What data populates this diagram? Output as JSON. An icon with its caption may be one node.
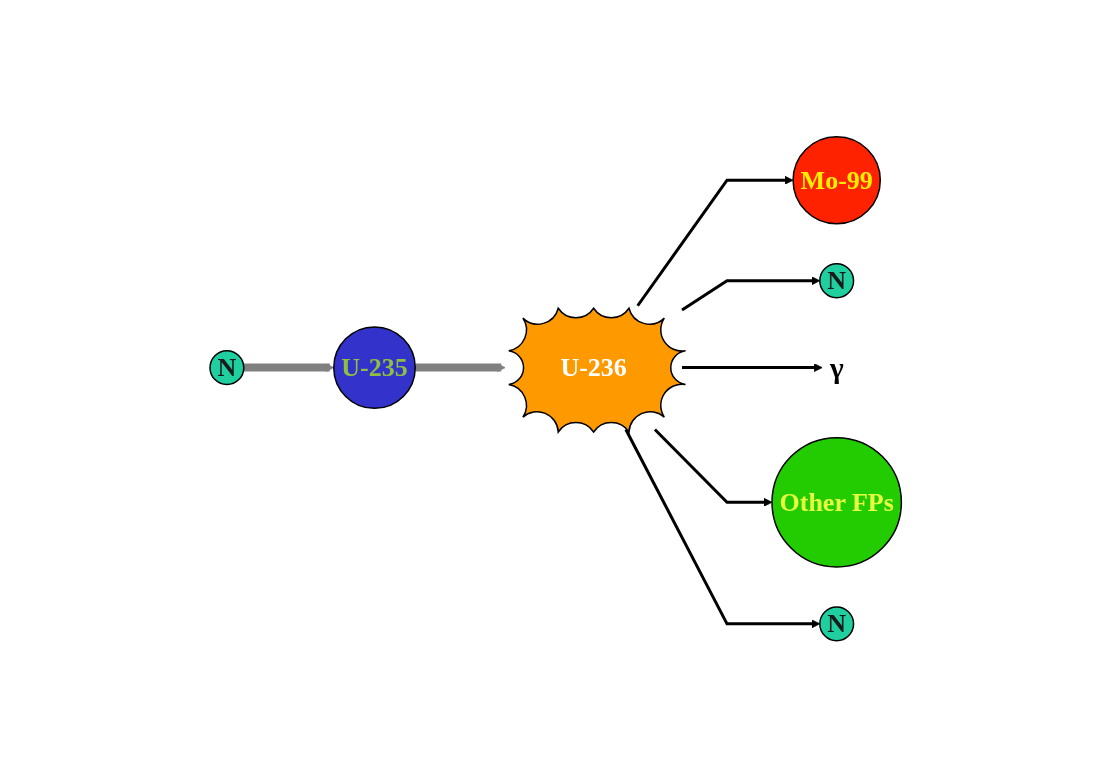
{
  "diagram": {
    "nodes": [
      {
        "text": [
          "N"
        ]
      },
      {
        "text": [
          "U-235"
        ]
      },
      {
        "text": [
          "U-236"
        ]
      },
      {
        "text": [
          "Mo-99"
        ]
      },
      {
        "text": [
          "N"
        ]
      },
      {
        "text": [
          "γ"
        ]
      },
      {
        "text": [
          "Other FPs"
        ]
      },
      {
        "text": [
          "N"
        ]
      }
    ],
    "edges": [
      {
        "from": 0,
        "to": 1,
        "arrow": "to",
        "style": "thick",
        "color": "#808080"
      },
      {
        "from": 1,
        "to": 2,
        "arrow": "to",
        "style": "thick",
        "color": "#808080"
      },
      {
        "from": 2,
        "to": 3,
        "arrow": "to"
      },
      {
        "from": 2,
        "to": 4,
        "arrow": "to"
      },
      {
        "from": 2,
        "to": 5,
        "arrow": "to"
      },
      {
        "from": 2,
        "to": 6,
        "arrow": "to"
      },
      {
        "from": 2,
        "to": 7,
        "arrow": "to"
      }
    ]
  }
}
